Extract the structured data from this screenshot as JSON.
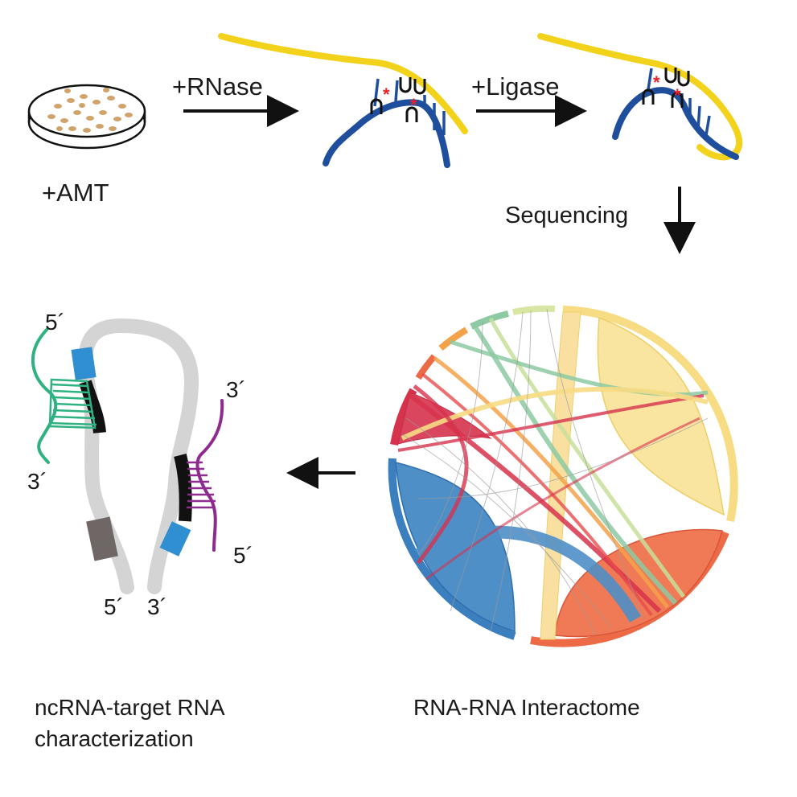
{
  "labels": {
    "amt": "+AMT",
    "rnase": "+RNase",
    "ligase": "+Ligase",
    "sequencing": "Sequencing",
    "interactome": "RNA-RNA Interactome",
    "characterization_line1": "ncRNA-target RNA",
    "characterization_line2": "characterization"
  },
  "strand_ends": {
    "green_5": "5´",
    "green_3": "3´",
    "purple_3": "3´",
    "purple_5": "5´",
    "gray_5": "5´",
    "gray_3": "3´"
  },
  "crosslink_marks": [
    "*",
    "*",
    "*",
    "*"
  ],
  "colors": {
    "rna_yellow": "#f2d21b",
    "rna_blue": "#1f4e9c",
    "crosslink_red": "#e8212b",
    "chord_yellow": "#f7dc84",
    "chord_blue": "#3b7fbf",
    "chord_orange": "#ec6a45",
    "chord_red": "#d7324c",
    "chord_green": "#8dc9a2",
    "strand_green": "#2fb281",
    "strand_purple": "#8d2b8f",
    "strand_gray": "#d4d4d4",
    "box_blue": "#2f8fd0",
    "box_darkgray": "#6f6766",
    "dish_beige": "#cfa36a"
  }
}
